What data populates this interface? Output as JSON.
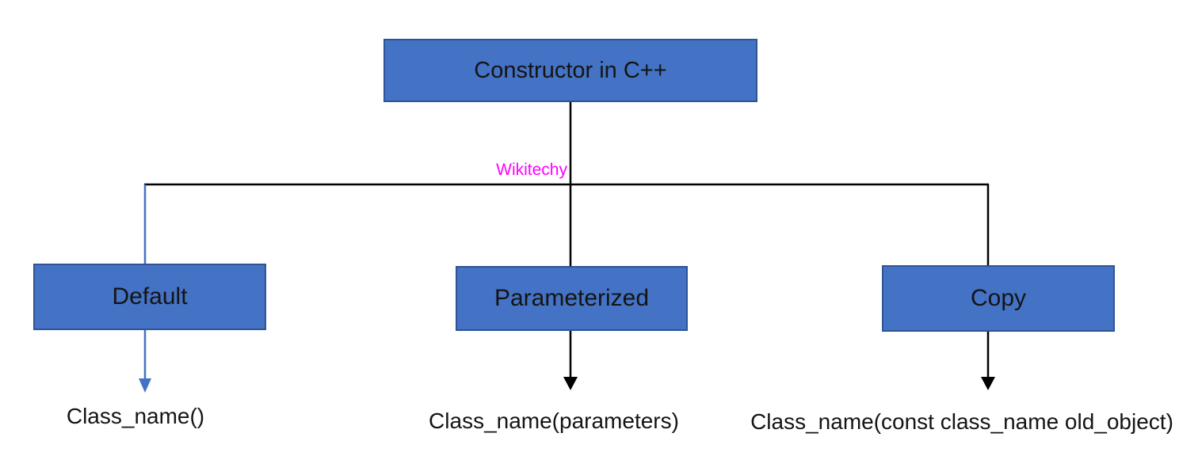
{
  "diagram": {
    "title_node": {
      "label": "Constructor in C++"
    },
    "watermark": {
      "label": "Wikitechy",
      "color": "#ff00ff"
    },
    "branches": [
      {
        "label": "Default",
        "code": "Class_name()",
        "arrow_color": "#4472c4"
      },
      {
        "label": "Parameterized",
        "code": "Class_name(parameters)",
        "arrow_color": "#000000"
      },
      {
        "label": "Copy",
        "code": "Class_name(const class_name old_object)",
        "arrow_color": "#000000"
      }
    ],
    "colors": {
      "box_fill": "#4472c4",
      "box_border": "#2e5496",
      "connector": "#000000",
      "blue_arrow": "#4472c4"
    }
  }
}
